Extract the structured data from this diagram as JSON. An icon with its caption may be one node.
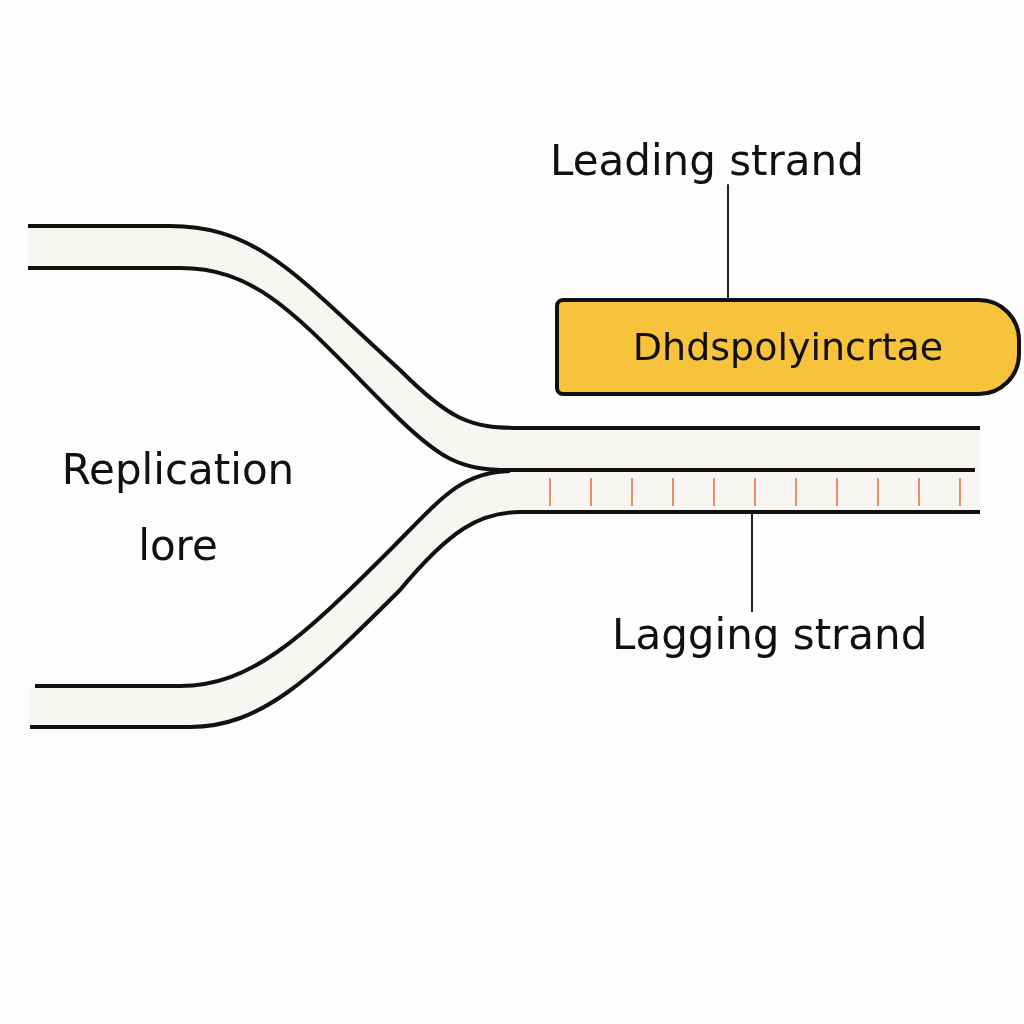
{
  "diagram": {
    "nodes": [
      {
        "text": [
          "Leading strand"
        ]
      },
      {
        "text": [
          "Dhdspolyincrtae"
        ]
      },
      {
        "text": [
          "Lagging strand"
        ]
      }
    ],
    "edges": [
      {
        "from": 0,
        "to": 1,
        "arrow": "none"
      },
      {
        "from": 2,
        "to": null,
        "arrow": "none"
      }
    ],
    "labels": [
      "Replication lore"
    ]
  }
}
